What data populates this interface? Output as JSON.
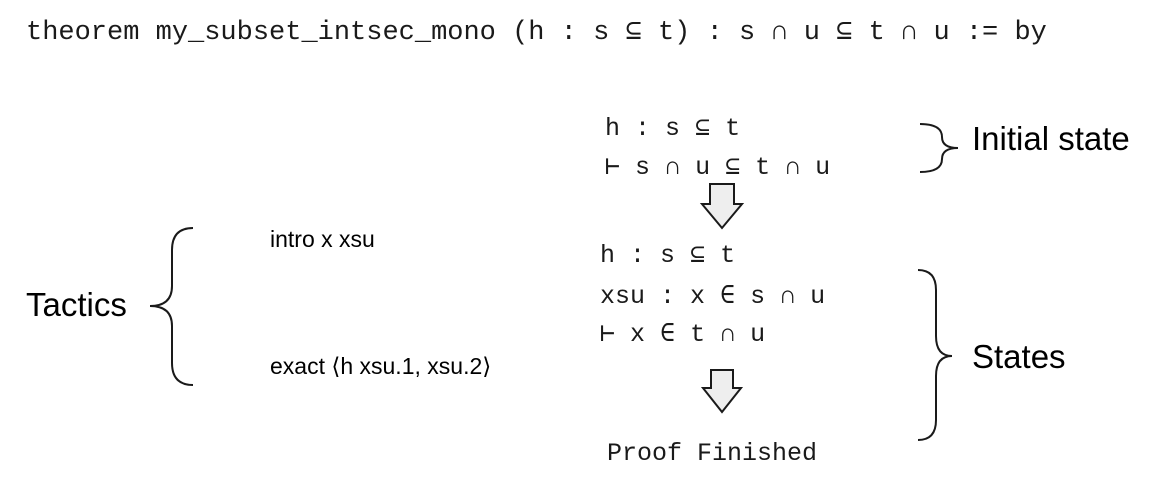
{
  "theorem": "theorem my_subset_intsec_mono (h : s ⊆ t) : s ∩ u ⊆ t ∩ u := by",
  "initial_state": {
    "lines": [
      "h : s ⊆ t",
      "⊢ s ∩ u ⊆ t ∩ u"
    ],
    "label": "Initial state"
  },
  "middle_state": {
    "lines": [
      "h : s ⊆ t",
      "xsu : x ∈ s ∩ u",
      "⊢ x ∈ t ∩ u"
    ]
  },
  "final_state": "Proof Finished",
  "tactics": {
    "label": "Tactics",
    "items": [
      "intro x xsu",
      "exact ⟨h xsu.1, xsu.2⟩"
    ]
  },
  "states_label": "States",
  "colors": {
    "text": "#000000",
    "arrow_fill": "#eeeeee",
    "stroke": "#1a1a1a"
  }
}
